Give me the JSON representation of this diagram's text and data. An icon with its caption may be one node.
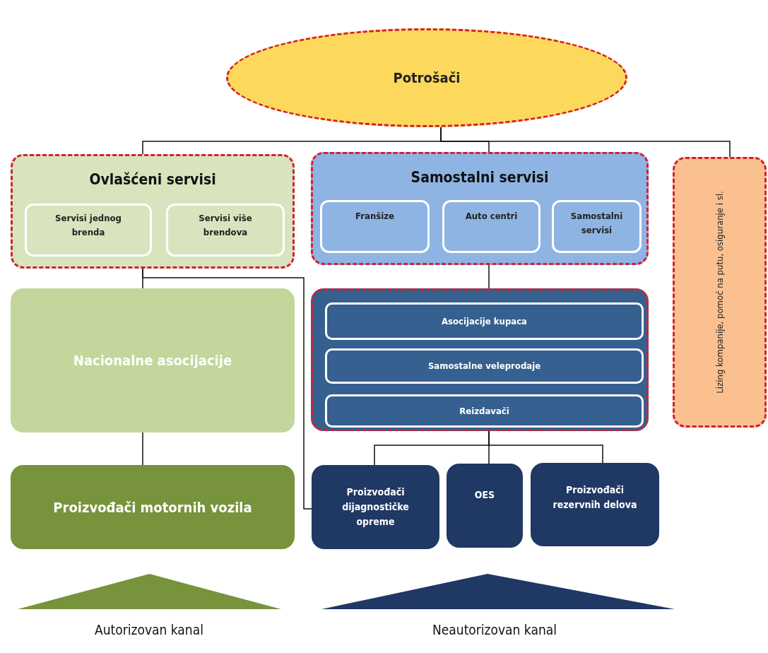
{
  "diagram": {
    "nodes": [
      {
        "text": [
          "Potrošači"
        ]
      },
      {
        "text": [
          "Ovlašćeni servisi"
        ]
      },
      {
        "text": [
          "Servisi jednog brenda"
        ],
        "in": 1
      },
      {
        "text": [
          "Servisi više brendova"
        ],
        "in": 1
      },
      {
        "text": [
          "Samostalni servisi"
        ]
      },
      {
        "text": [
          "Franšize"
        ],
        "in": 4
      },
      {
        "text": [
          "Auto centri"
        ],
        "in": 4
      },
      {
        "text": [
          "Samostalni servisi"
        ],
        "in": 4
      },
      {
        "text": [
          "Lizing kompanije, pomoć na putu, osiguranje i sl."
        ]
      },
      {
        "text": [
          "Nacionalne asocijacije"
        ]
      },
      {
        "text": [],
        "shape": "box"
      },
      {
        "text": [
          "Asocijacije kupaca"
        ],
        "in": 10
      },
      {
        "text": [
          "Samostalne veleprodaje"
        ],
        "in": 10
      },
      {
        "text": [
          "Reizdavači"
        ],
        "in": 10
      },
      {
        "text": [
          "Proizvođači motornih vozila"
        ]
      },
      {
        "text": [
          "Proizvođači dijagnostičke opreme"
        ]
      },
      {
        "text": [
          "OES"
        ]
      },
      {
        "text": [
          "Proizvođači rezervnih delova"
        ]
      },
      {
        "text": [],
        "shape": "triangle",
        "beside": [
          "Autorizovan kanal"
        ]
      },
      {
        "text": [],
        "shape": "triangle",
        "beside": [
          "Neautorizovan kanal"
        ]
      }
    ],
    "edges": [
      {
        "from": 0,
        "to": 1,
        "arrow": "none"
      },
      {
        "from": 0,
        "to": 4,
        "arrow": "none"
      },
      {
        "from": 0,
        "to": 8,
        "arrow": "none"
      },
      {
        "from": 1,
        "to": 9,
        "arrow": "none"
      },
      {
        "from": 1,
        "to": 15,
        "arrow": "none"
      },
      {
        "from": 9,
        "to": 14,
        "arrow": "none"
      },
      {
        "from": 4,
        "to": 10,
        "arrow": "none"
      },
      {
        "from": 10,
        "to": 15,
        "arrow": "none"
      },
      {
        "from": 10,
        "to": 16,
        "arrow": "none"
      },
      {
        "from": 10,
        "to": 17,
        "arrow": "none"
      }
    ]
  }
}
